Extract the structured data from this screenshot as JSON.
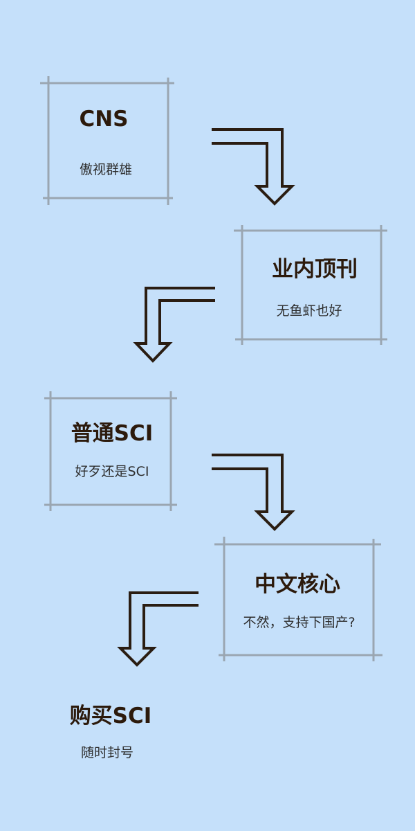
{
  "stages": [
    {
      "title": "CNS",
      "subtitle": "傲视群雄"
    },
    {
      "title": "业内顶刊",
      "subtitle": "无鱼虾也好"
    },
    {
      "title": "普通SCI",
      "subtitle": "好歹还是SCI"
    },
    {
      "title": "中文核心",
      "subtitle": "不然，支持下国产?"
    },
    {
      "title": "购买SCI",
      "subtitle": "随时封号"
    }
  ],
  "colors": {
    "background": "#c5e0fa",
    "frame": "#9aa6b1",
    "arrow": "#2a1d12",
    "title": "#2c1a0c",
    "subtitle": "#2e2e2e"
  },
  "icons": [
    "arrow-right-down-icon",
    "arrow-left-down-icon"
  ]
}
